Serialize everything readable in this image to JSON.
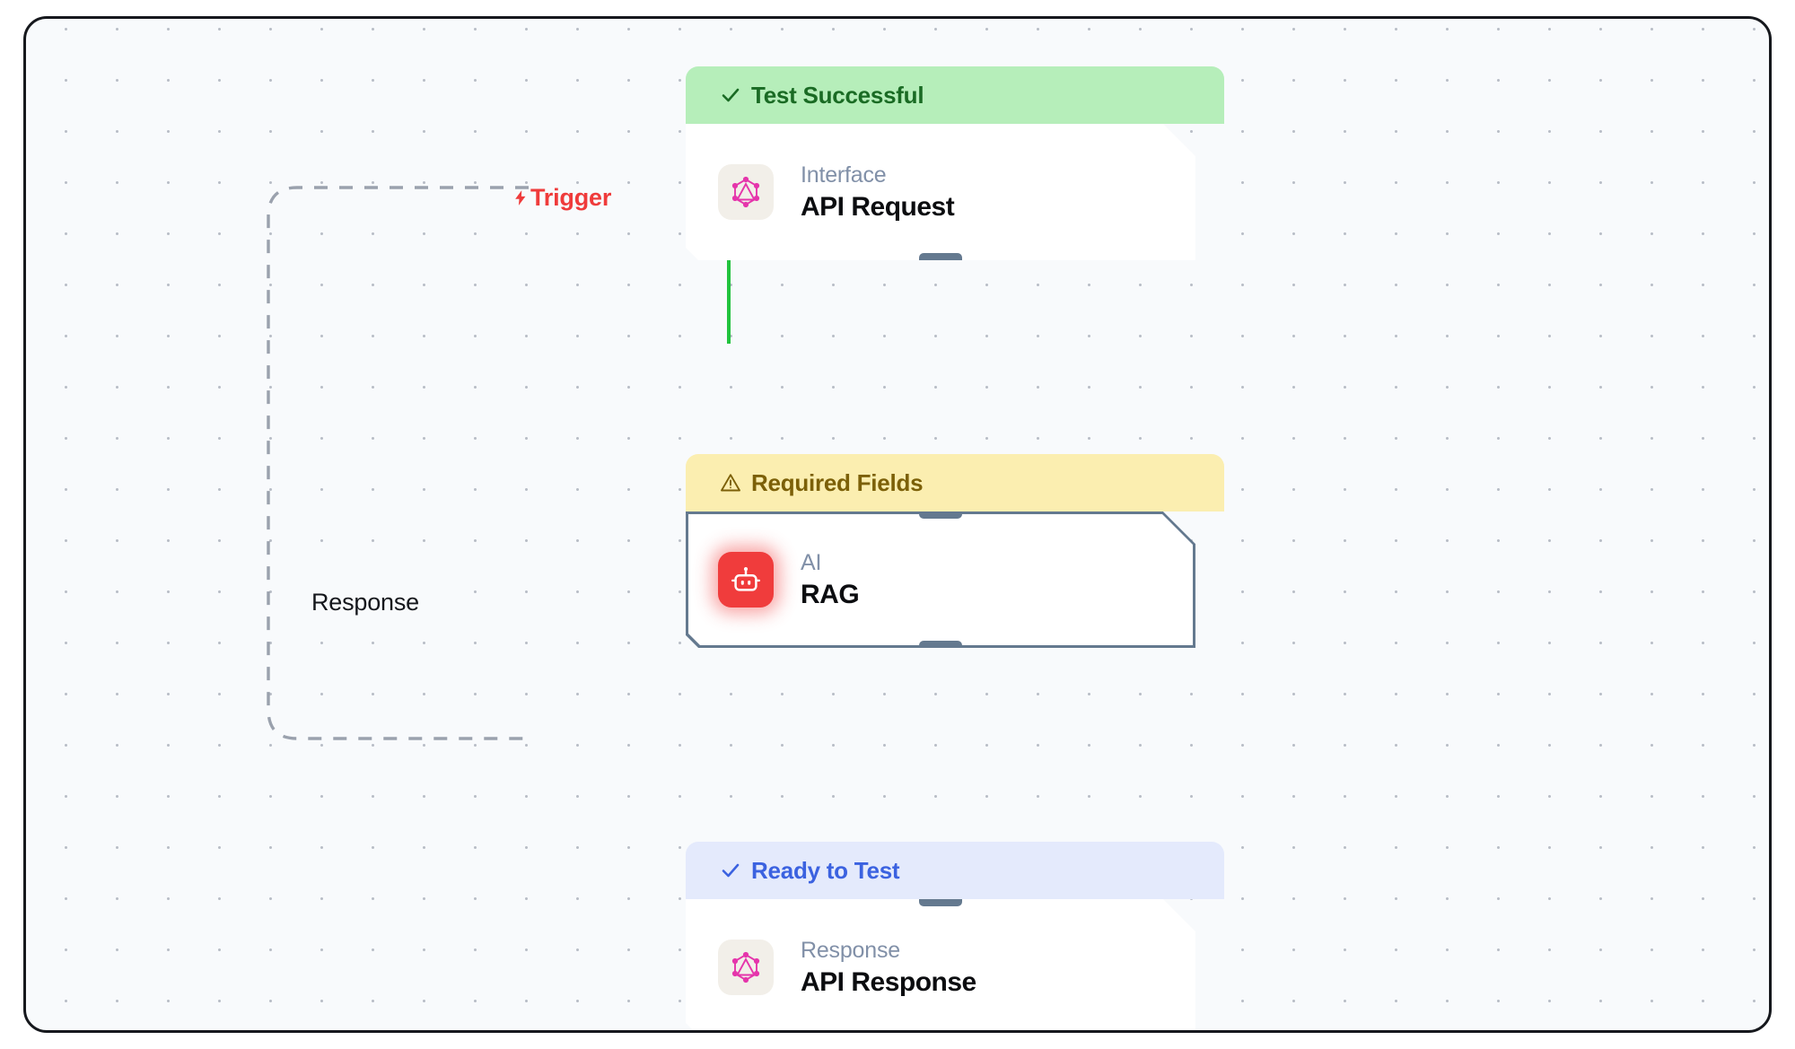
{
  "canvas": {
    "background_color": "#f8fafc",
    "border_color": "#16181d",
    "grid": "dot-grid"
  },
  "labels": {
    "trigger": {
      "text": "Trigger",
      "icon": "lightning-bolt-icon",
      "color": "#ef3b3b"
    },
    "response": {
      "text": "Response",
      "color": "#15171c"
    }
  },
  "edges": {
    "request_to_rag": {
      "color": "#22c33e",
      "style": "solid"
    },
    "rag_to_response": {
      "color": "#64798f",
      "style": "solid"
    },
    "response_loop": {
      "color": "#9aa1ad",
      "style": "dashed"
    }
  },
  "nodes": [
    {
      "id": "api-request",
      "status": {
        "label": "Test Successful",
        "icon": "check-icon",
        "variant": "success",
        "bg": "#b6eeba",
        "fg": "#1a6b24"
      },
      "kind": "Interface",
      "title": "API Request",
      "icon": "graphql-icon",
      "icon_tile": "#f2efe9",
      "selected": false
    },
    {
      "id": "rag",
      "status": {
        "label": "Required Fields",
        "icon": "warning-triangle-icon",
        "variant": "warning",
        "bg": "#fbeeb0",
        "fg": "#7c6008"
      },
      "kind": "AI",
      "title": "RAG",
      "icon": "robot-icon",
      "icon_tile": "#f03c3c",
      "selected": true
    },
    {
      "id": "api-response",
      "status": {
        "label": "Ready to Test",
        "icon": "check-icon",
        "variant": "ready",
        "bg": "#e4eafc",
        "fg": "#3b62e0"
      },
      "kind": "Response",
      "title": "API Response",
      "icon": "graphql-icon",
      "icon_tile": "#f2efe9",
      "selected": false
    }
  ]
}
